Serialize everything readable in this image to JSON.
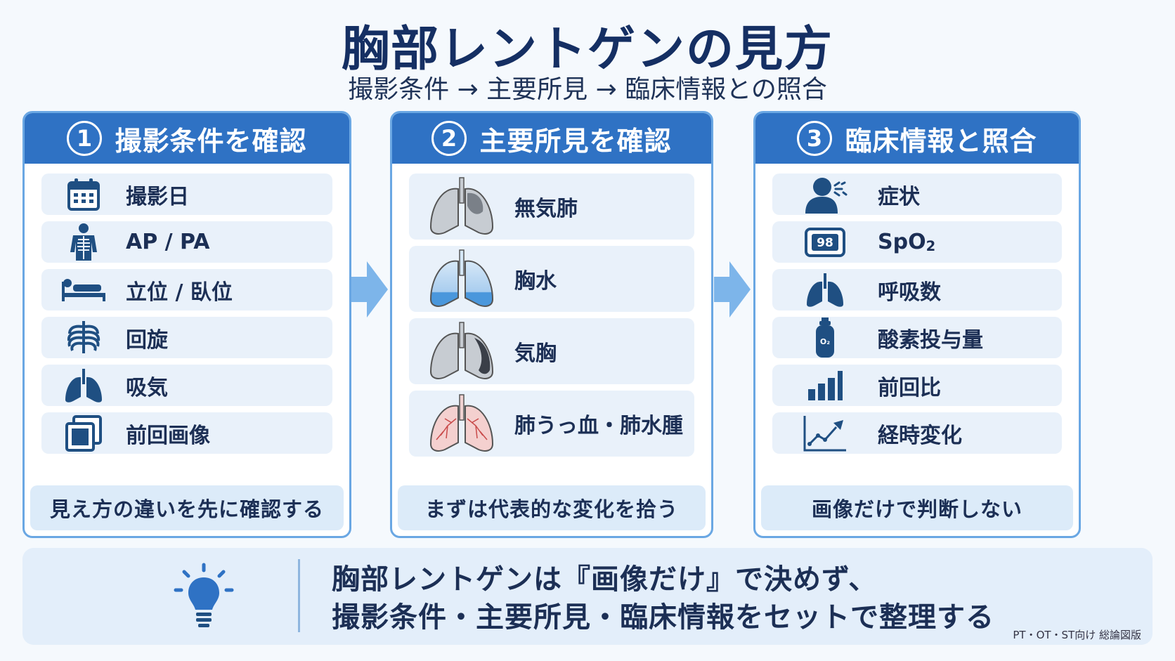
{
  "header": {
    "title": "胸部レントゲンの見方",
    "subtitle": "撮影条件 → 主要所見 → 臨床情報との照合"
  },
  "panels": [
    {
      "number": "1",
      "title": "撮影条件を確認",
      "items": [
        {
          "label": "撮影日",
          "icon": "calendar-icon"
        },
        {
          "label": "AP / PA",
          "icon": "skeleton-icon"
        },
        {
          "label": "立位 / 臥位",
          "icon": "lying-patient-icon"
        },
        {
          "label": "回旋",
          "icon": "ribcage-icon"
        },
        {
          "label": "吸気",
          "icon": "lungs-icon"
        },
        {
          "label": "前回画像",
          "icon": "previous-image-icon"
        }
      ],
      "footer": "見え方の違いを先に確認する"
    },
    {
      "number": "2",
      "title": "主要所見を確認",
      "items": [
        {
          "label": "無気肺",
          "icon": "atelectasis-lung-icon"
        },
        {
          "label": "胸水",
          "icon": "pleural-effusion-lung-icon"
        },
        {
          "label": "気胸",
          "icon": "pneumothorax-lung-icon"
        },
        {
          "label": "肺うっ血・肺水腫",
          "icon": "congestion-lung-icon"
        }
      ],
      "footer": "まずは代表的な変化を拾う"
    },
    {
      "number": "3",
      "title": "臨床情報と照合",
      "items": [
        {
          "label": "症状",
          "icon": "coughing-person-icon"
        },
        {
          "label": "SpO",
          "label_sub": "2",
          "icon": "oximeter-icon",
          "display_value": "98"
        },
        {
          "label": "呼吸数",
          "icon": "lungs-icon"
        },
        {
          "label": "酸素投与量",
          "icon": "oxygen-cylinder-icon",
          "icon_text": "O₂"
        },
        {
          "label": "前回比",
          "icon": "bar-chart-icon"
        },
        {
          "label": "経時変化",
          "icon": "trend-line-icon"
        }
      ],
      "footer": "画像だけで判断しない"
    }
  ],
  "summary": {
    "line1": "胸部レントゲンは『画像だけ』で決めず、",
    "line2": "撮影条件・主要所見・臨床情報をセットで整理する",
    "icon": "lightbulb-icon"
  },
  "credit": "PT・OT・ST向け 総論図版",
  "colors": {
    "primary": "#2f72c4",
    "navy": "#1f4f82",
    "light": "#e9f1fa",
    "arrow": "#7db5ea"
  }
}
